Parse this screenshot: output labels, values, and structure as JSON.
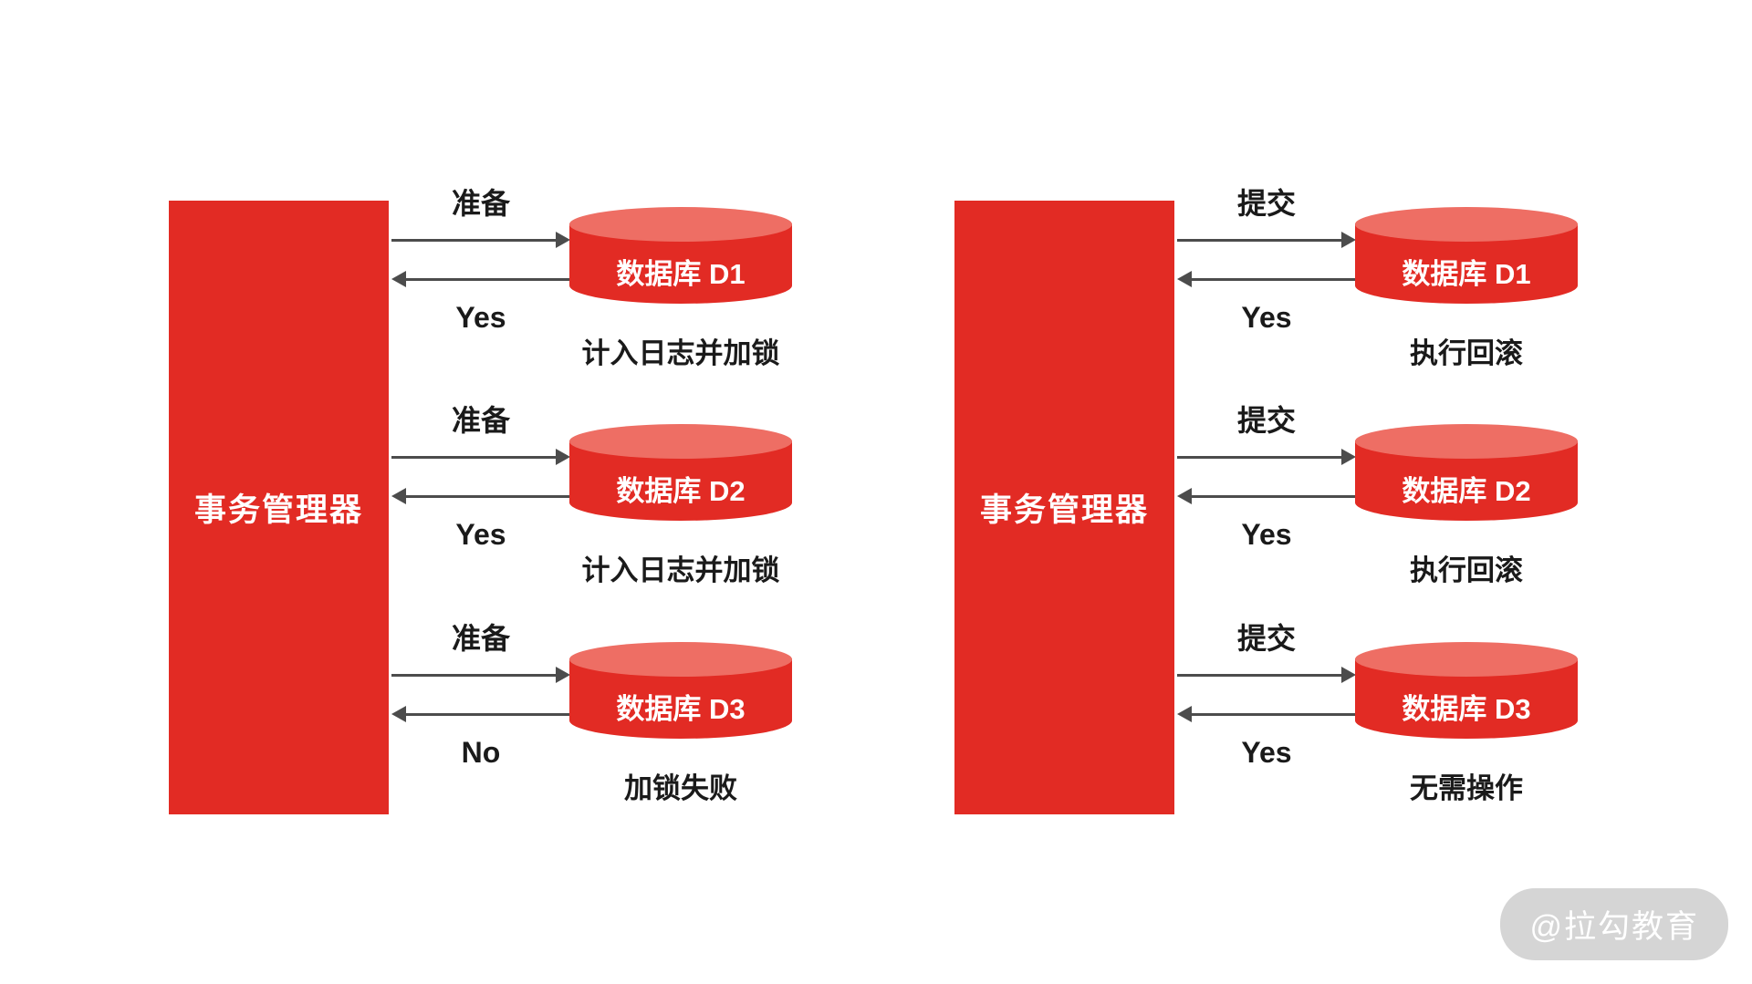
{
  "colors": {
    "red": "#e22b24",
    "red_light": "#ee6e64",
    "arrow": "#4c4c4c",
    "watermark_bg": "#d5d5d5"
  },
  "panels": [
    {
      "manager": "事务管理器",
      "rows": [
        {
          "request": "准备",
          "response": "Yes",
          "db": "数据库 D1",
          "caption": "计入日志并加锁"
        },
        {
          "request": "准备",
          "response": "Yes",
          "db": "数据库 D2",
          "caption": "计入日志并加锁"
        },
        {
          "request": "准备",
          "response": "No",
          "db": "数据库 D3",
          "caption": "加锁失败"
        }
      ]
    },
    {
      "manager": "事务管理器",
      "rows": [
        {
          "request": "提交",
          "response": "Yes",
          "db": "数据库 D1",
          "caption": "执行回滚"
        },
        {
          "request": "提交",
          "response": "Yes",
          "db": "数据库 D2",
          "caption": "执行回滚"
        },
        {
          "request": "提交",
          "response": "Yes",
          "db": "数据库 D3",
          "caption": "无需操作"
        }
      ]
    }
  ],
  "watermark": "@拉勾教育"
}
